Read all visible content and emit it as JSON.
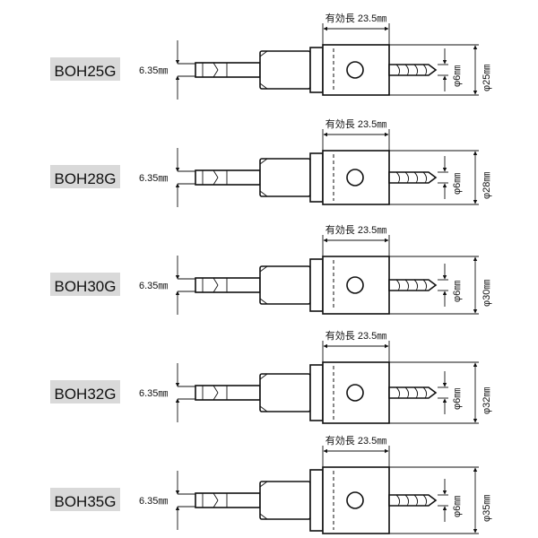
{
  "effective_length_label": "有効長 23.5㎜",
  "shank_label": "6.35㎜",
  "pilot_label": "φ6㎜",
  "colors": {
    "label_bg": "#d9d9d9",
    "ink": "#111111"
  },
  "models": [
    {
      "name": "BOH25G",
      "diameter_label": "φ25㎜"
    },
    {
      "name": "BOH28G",
      "diameter_label": "φ28㎜"
    },
    {
      "name": "BOH30G",
      "diameter_label": "φ30㎜"
    },
    {
      "name": "BOH32G",
      "diameter_label": "φ32㎜"
    },
    {
      "name": "BOH35G",
      "diameter_label": "φ35㎜"
    }
  ]
}
